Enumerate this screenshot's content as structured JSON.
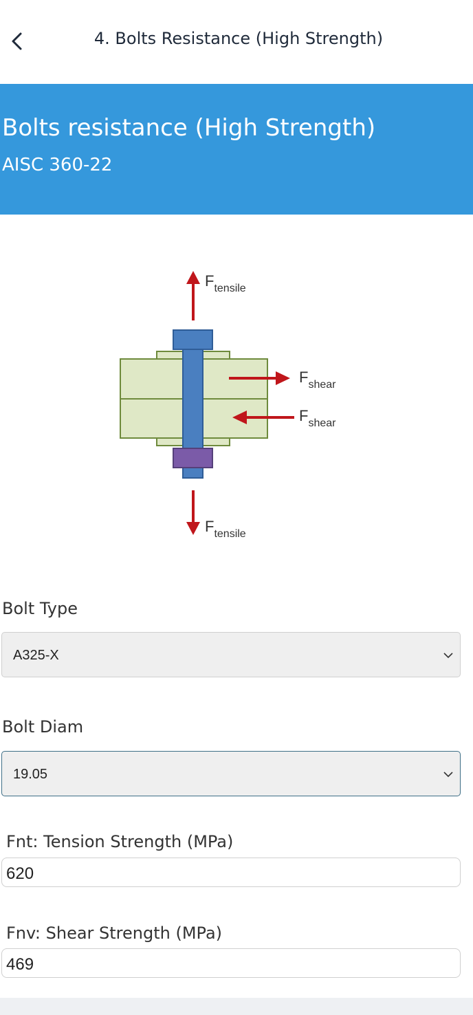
{
  "header": {
    "title": "4. Bolts Resistance (High Strength)",
    "back_icon": "chevron-left-icon"
  },
  "banner": {
    "title": "Bolts resistance (High Strength)",
    "subtitle": "AISC 360-22",
    "color": "#3598dc"
  },
  "diagram": {
    "f_main": "F",
    "tensile_sub": "tensile",
    "shear_sub": "shear",
    "colors": {
      "plate": "#dfe8c6",
      "plate_stroke": "#6e8a3c",
      "bolt": "#4a7fc0",
      "nut": "#7b5ba8",
      "arrow": "#c0161b"
    }
  },
  "form": {
    "bolt_type": {
      "label": "Bolt Type",
      "value": "A325-X"
    },
    "bolt_diam": {
      "label": "Bolt Diam",
      "value": "19.05"
    },
    "tension_strength": {
      "label": "Fnt: Tension Strength (MPa)",
      "value": "620"
    },
    "shear_strength": {
      "label": "Fnv: Shear Strength (MPa)",
      "value": "469"
    }
  }
}
